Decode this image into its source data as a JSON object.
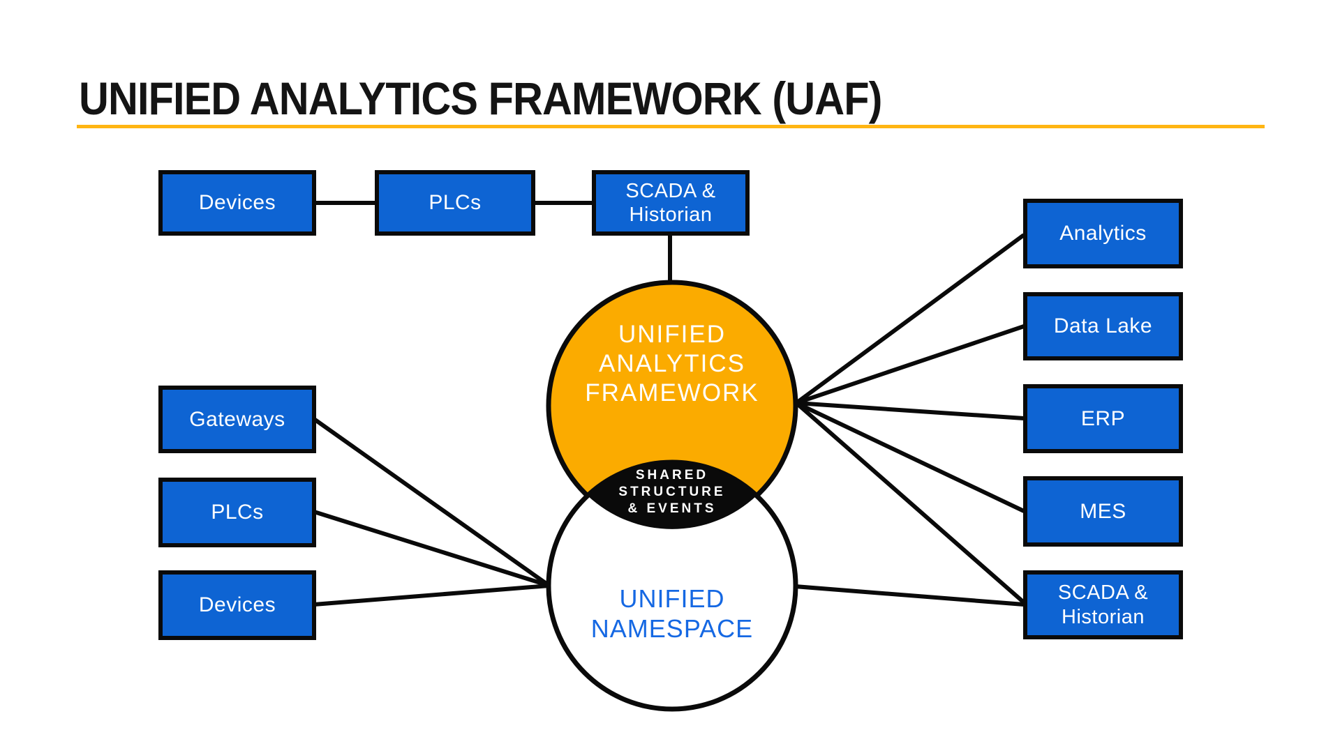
{
  "title": "UNIFIED ANALYTICS FRAMEWORK (UAF)",
  "colors": {
    "blue": "#0E64D3",
    "orange": "#FBAB00",
    "underline-gold": "#FFB513",
    "line-black": "#0A0A0A",
    "namespace-blue": "#1568E3",
    "title-black": "#141414",
    "white": "#FFFFFF"
  },
  "nodes": {
    "top_chain": [
      {
        "label": "Devices"
      },
      {
        "label": "PLCs"
      },
      {
        "label": "SCADA & Historian"
      }
    ],
    "left_sources": [
      {
        "label": "Gateways"
      },
      {
        "label": "PLCs"
      },
      {
        "label": "Devices"
      }
    ],
    "right_targets": [
      {
        "label": "Analytics"
      },
      {
        "label": "Data Lake"
      },
      {
        "label": "ERP"
      },
      {
        "label": "MES"
      },
      {
        "label": "SCADA & Historian"
      }
    ]
  },
  "uaf_circle": {
    "lines": [
      "UNIFIED",
      "ANALYTICS",
      "FRAMEWORK"
    ]
  },
  "uns_circle": {
    "lines": [
      "UNIFIED",
      "NAMESPACE"
    ]
  },
  "overlap": {
    "lines": [
      "SHARED",
      "STRUCTURE",
      "& EVENTS"
    ]
  }
}
